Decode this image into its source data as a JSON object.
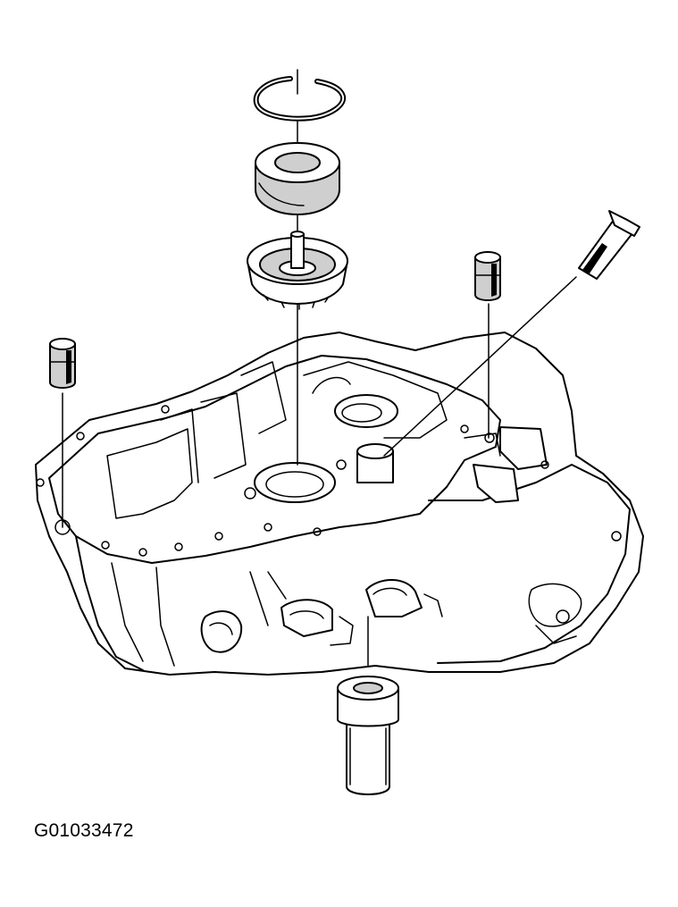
{
  "figure": {
    "code": "G01033472"
  },
  "parts": [
    {
      "id": "snap-ring",
      "icon": "snap-ring-icon"
    },
    {
      "id": "bearing",
      "icon": "bearing-icon"
    },
    {
      "id": "gear-plate",
      "icon": "gear-plate-icon"
    },
    {
      "id": "dowel-pin-left",
      "icon": "dowel-pin-icon"
    },
    {
      "id": "dowel-pin-right",
      "icon": "dowel-pin-icon"
    },
    {
      "id": "bolt",
      "icon": "bolt-icon"
    },
    {
      "id": "case-housing",
      "icon": "transmission-case-icon"
    },
    {
      "id": "bottom-bushing",
      "icon": "bushing-icon"
    }
  ]
}
